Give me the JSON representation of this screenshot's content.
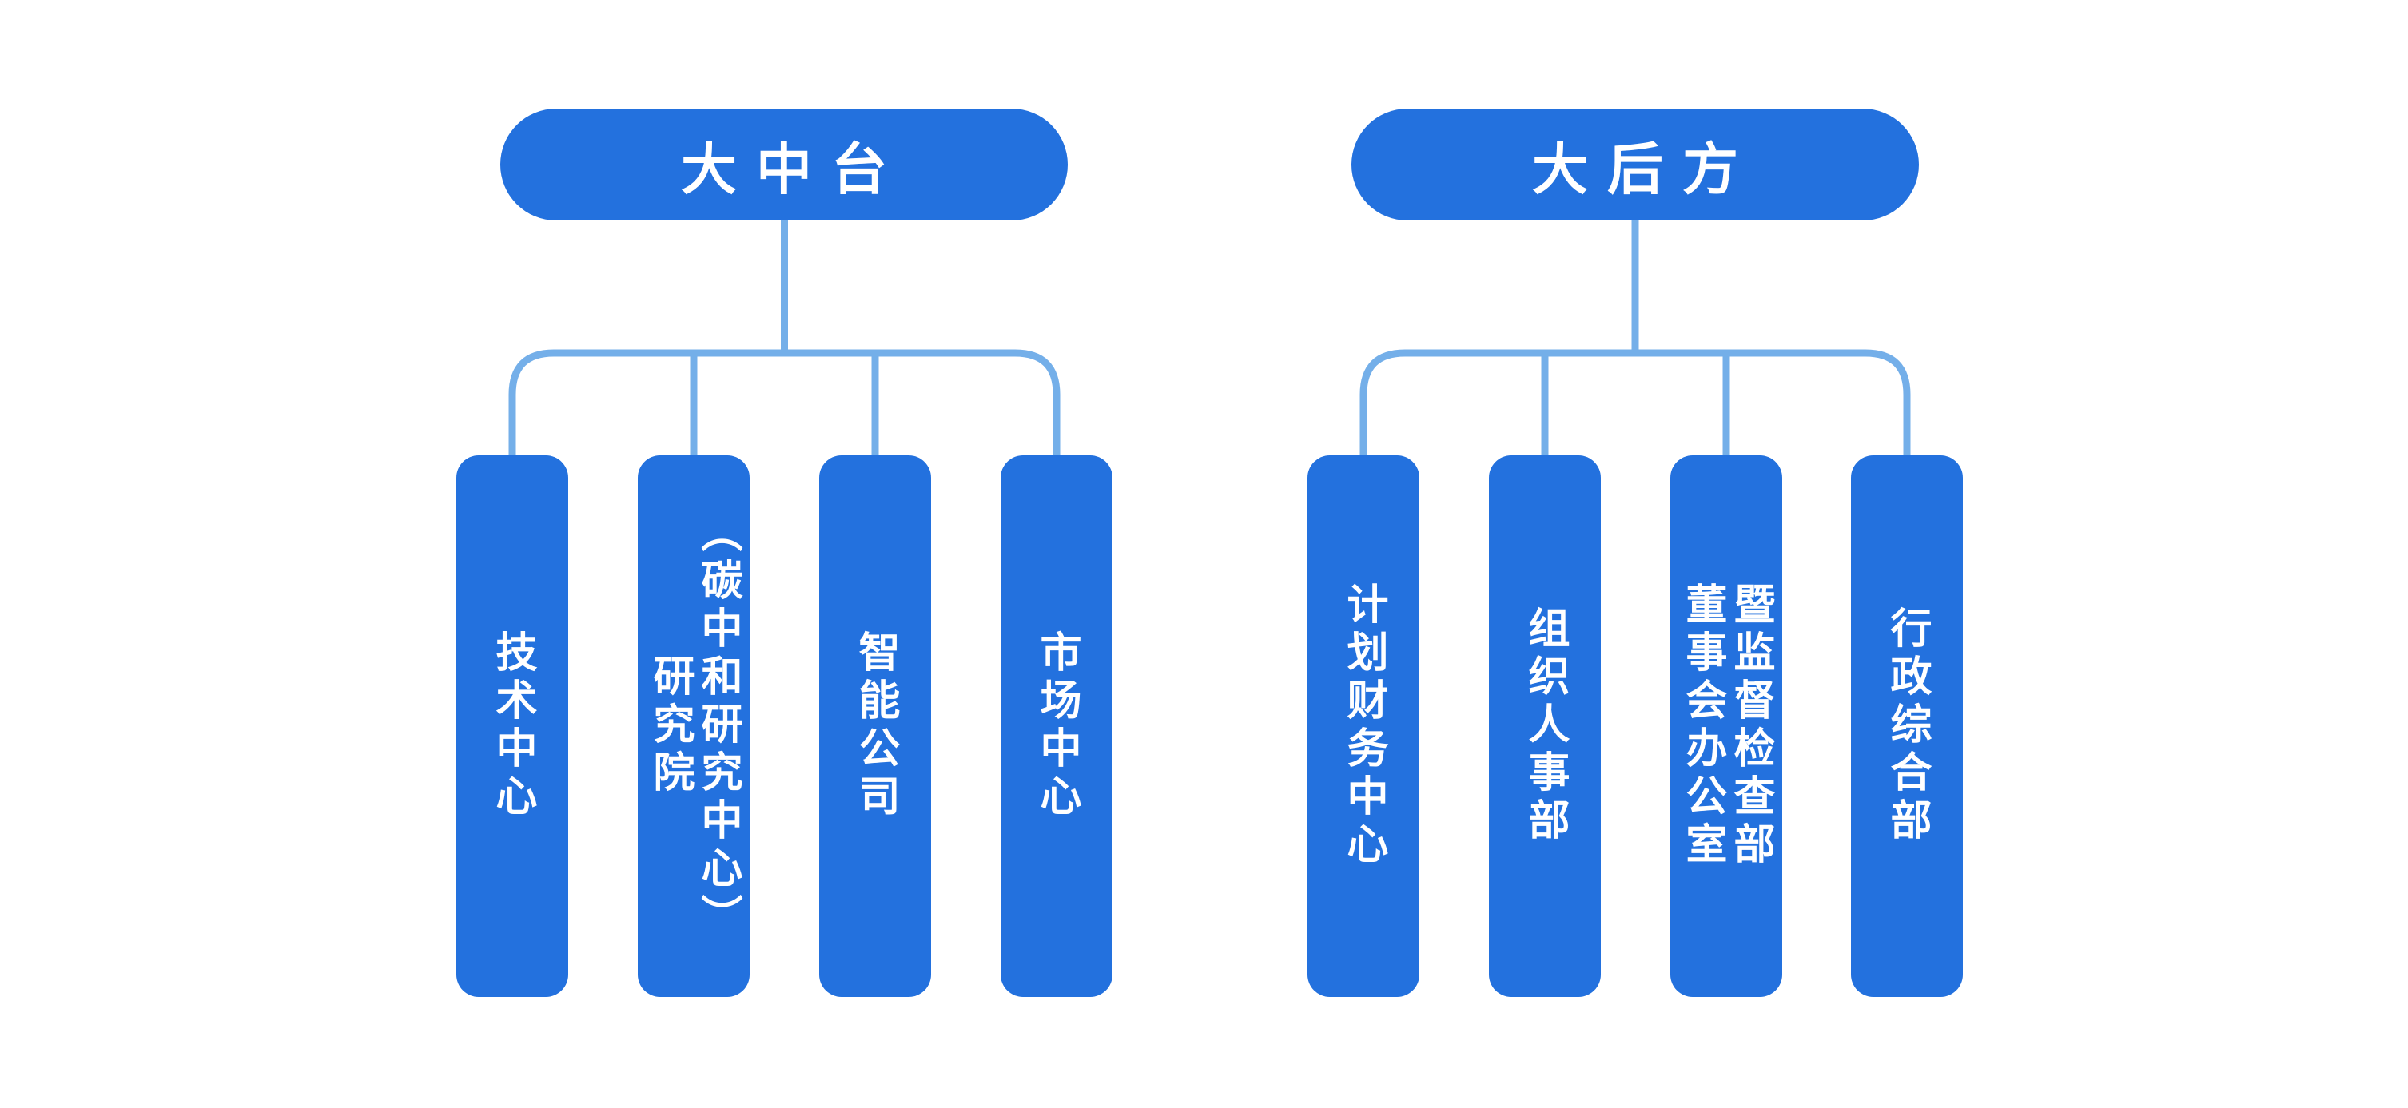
{
  "colors": {
    "node_fill": "#2371DE",
    "connector_line": "#74AFE9",
    "node_text": "#FFFFFF",
    "background": "#FFFFFF"
  },
  "org_chart": {
    "groups": [
      {
        "header": "大中台",
        "departments": [
          {
            "name": "技术中心",
            "display": "技术中心"
          },
          {
            "name": "研究院（碳中和研究中心）",
            "display": "研究院\n（碳中和研究中心）"
          },
          {
            "name": "智能公司",
            "display": "智能公司"
          },
          {
            "name": "市场中心",
            "display": "市场中心"
          }
        ]
      },
      {
        "header": "大后方",
        "departments": [
          {
            "name": "计划财务中心",
            "display": "计划财务中心"
          },
          {
            "name": "组织人事部",
            "display": "组织人事部"
          },
          {
            "name": "董事会办公室暨监督检查部",
            "display": "董事会办公室\n暨监督检查部"
          },
          {
            "name": "行政综合部",
            "display": "行政综合部"
          }
        ]
      }
    ]
  }
}
